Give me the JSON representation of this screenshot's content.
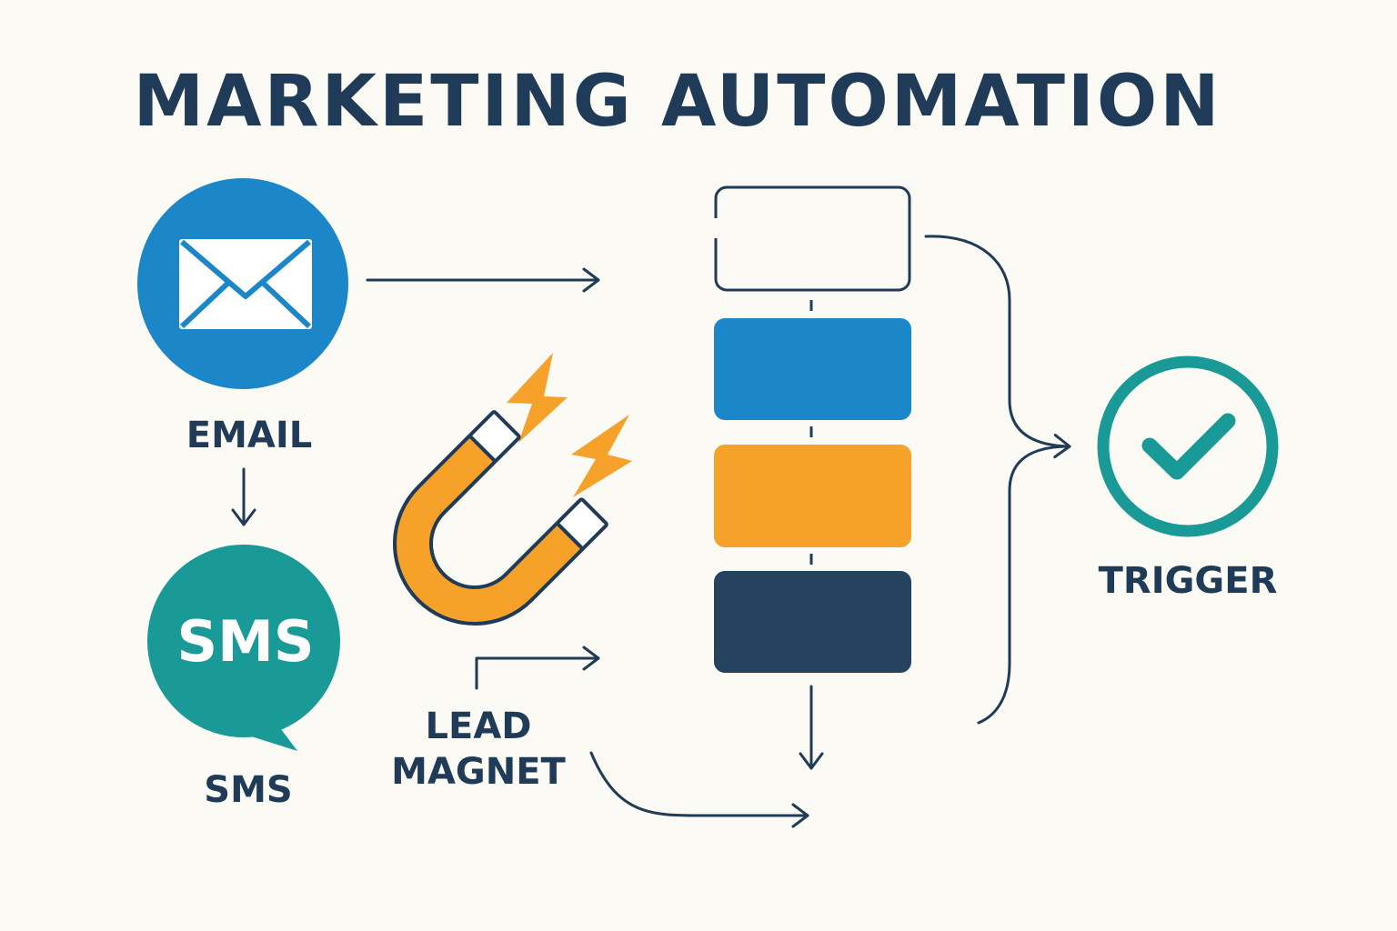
{
  "title": "MARKETING AUTOMATION",
  "nodes": {
    "email": {
      "label": "EMAIL",
      "icon": "envelope-icon",
      "color": "#1b87c9"
    },
    "sms": {
      "label": "SMS",
      "bubble_text": "SMS",
      "icon": "chat-bubble-icon",
      "color": "#1a9a96"
    },
    "lead_magnet": {
      "label_line1": "LEAD",
      "label_line2": "MAGNET",
      "icon": "magnet-icon",
      "color": "#f5a12a"
    },
    "trigger": {
      "label": "TRIGGER",
      "icon": "check-circle-icon",
      "color": "#1a9a96"
    }
  },
  "workflow_steps": [
    {
      "style": "outline",
      "color": "#1f3b57"
    },
    {
      "style": "filled",
      "color": "#1b87c9"
    },
    {
      "style": "filled",
      "color": "#f5a12a"
    },
    {
      "style": "filled",
      "color": "#25425e"
    }
  ],
  "colors": {
    "text": "#1f3b57",
    "background": "#fcfaf5"
  }
}
